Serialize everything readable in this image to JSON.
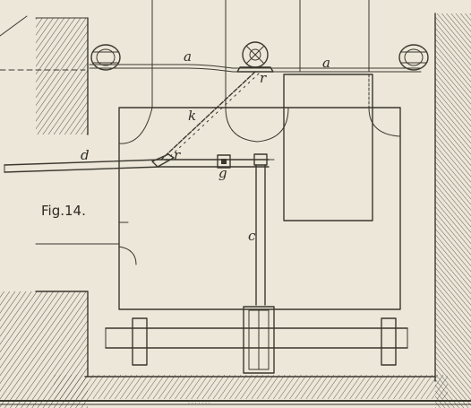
{
  "figure": {
    "title": "Fig.14."
  },
  "labels": {
    "a_left": "a",
    "a_right": "a",
    "r_top": "r",
    "r_left": "r",
    "k": "k",
    "d": "d",
    "g": "g",
    "c": "c"
  },
  "colors": {
    "paper": "#ece7d8",
    "ink": "#3a372f"
  }
}
